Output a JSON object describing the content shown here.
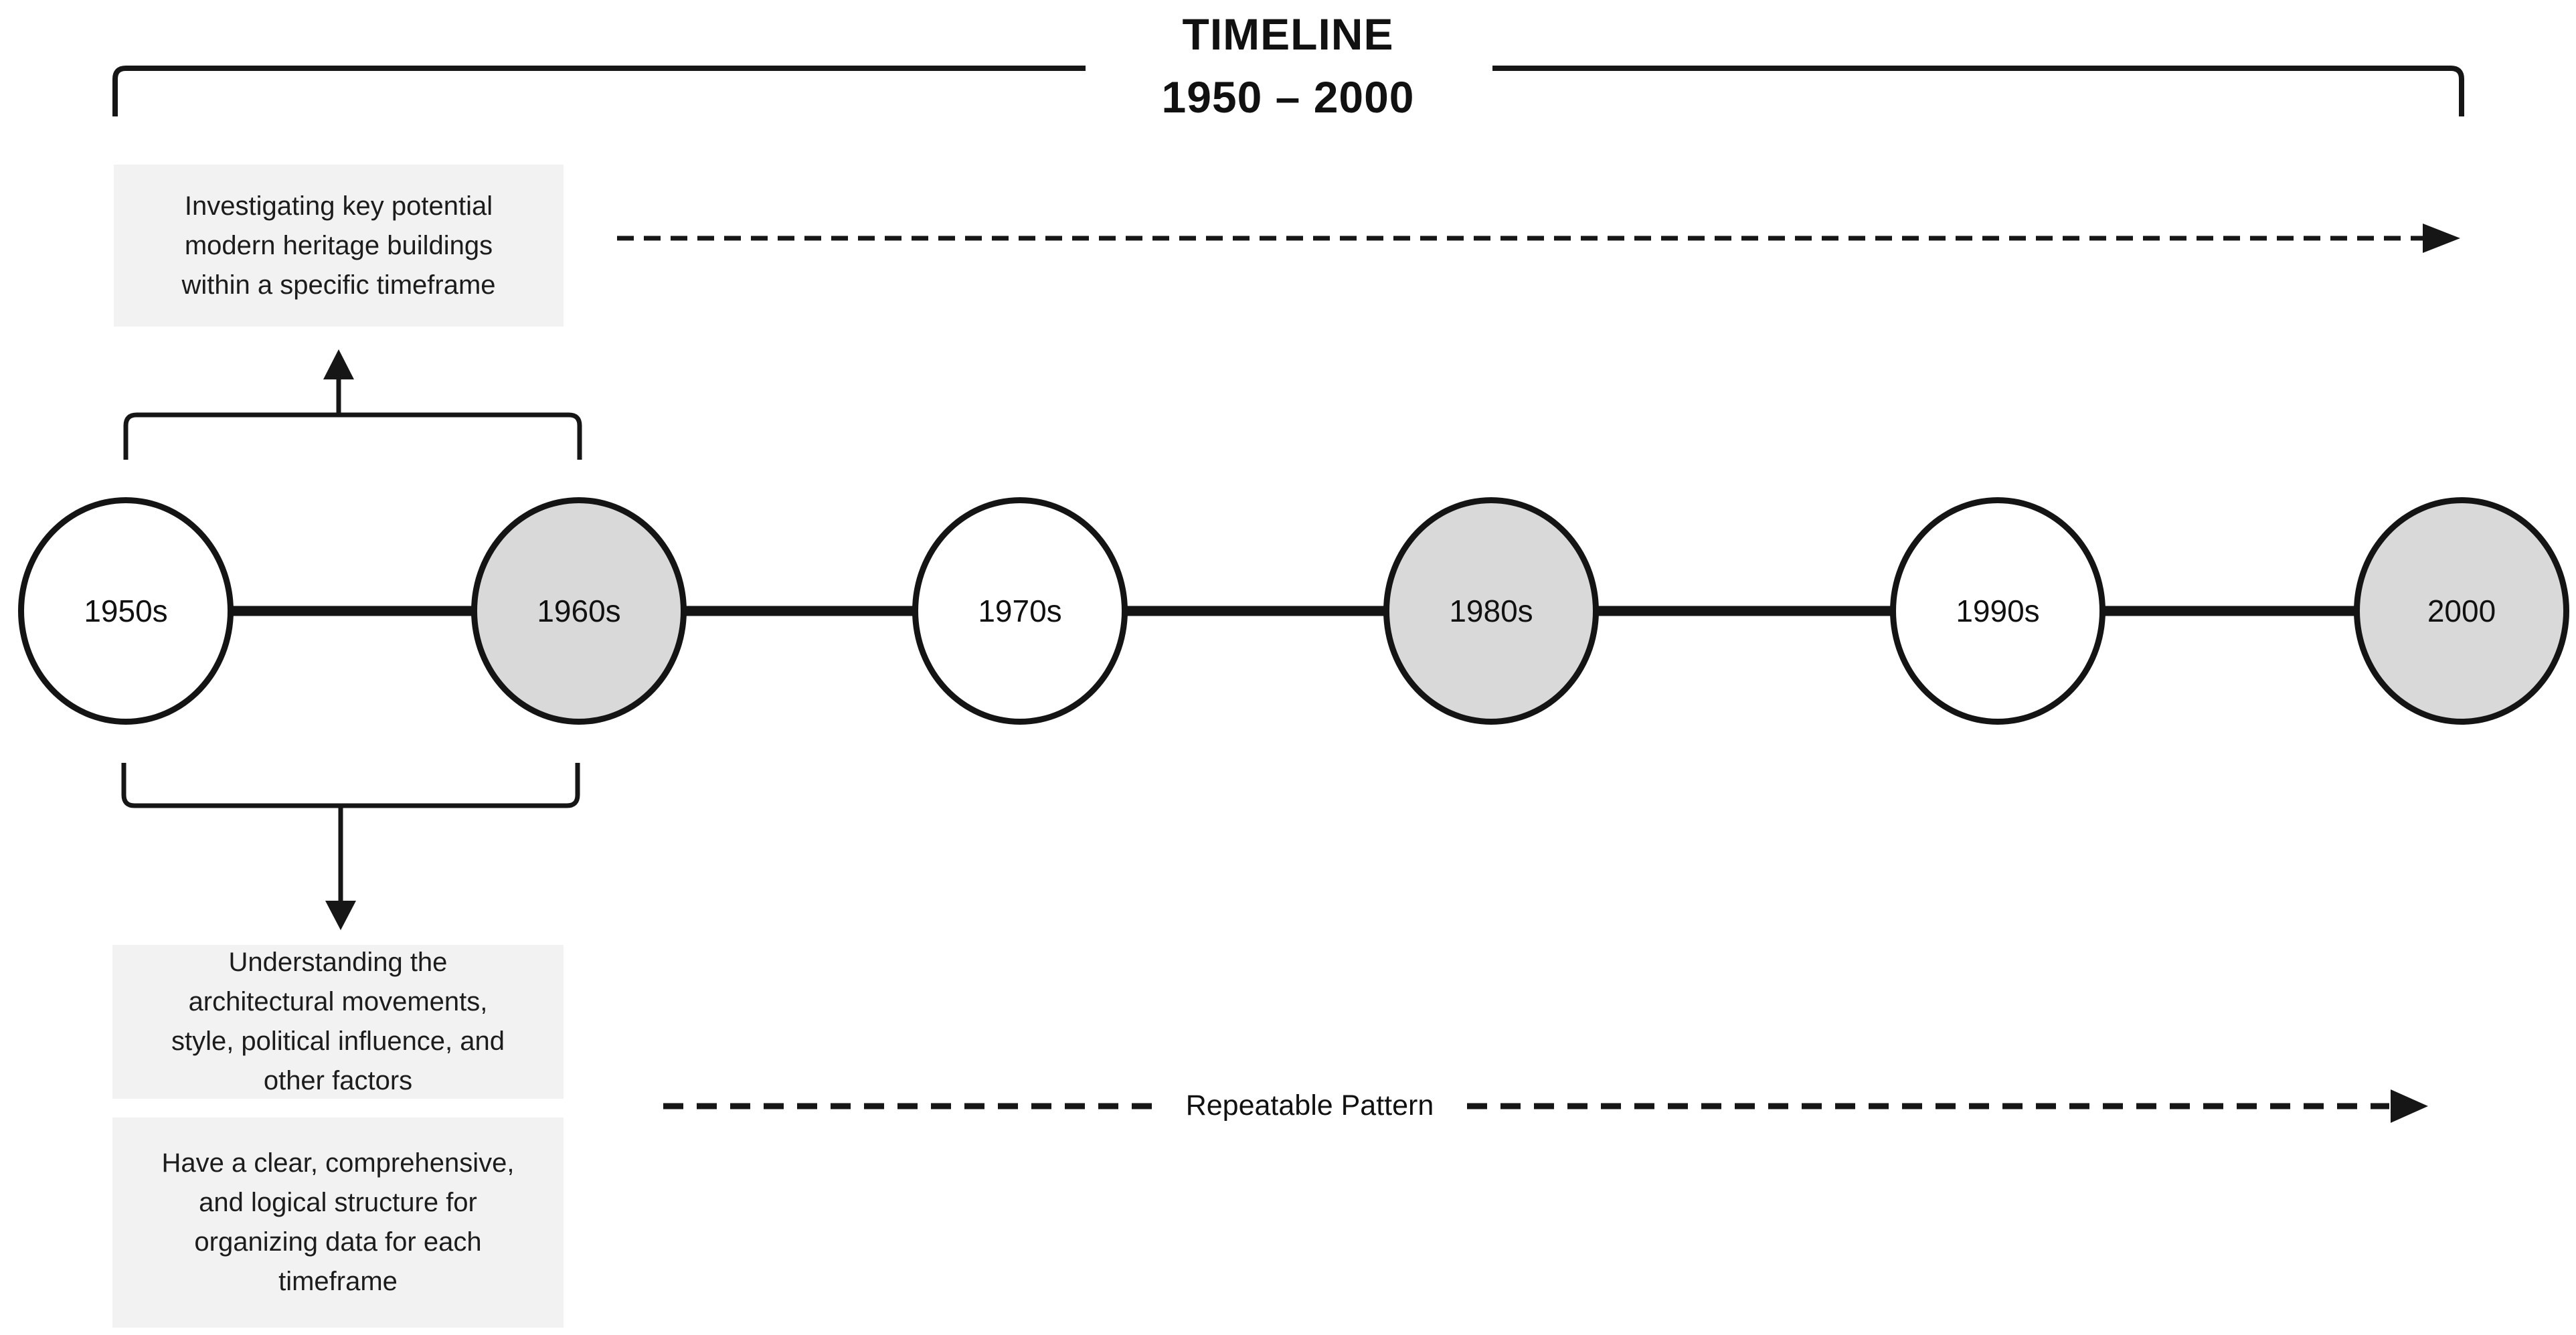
{
  "title": {
    "line1": "TIMELINE",
    "line2": "1950 – 2000"
  },
  "top_annotation": {
    "text": "Investigating key potential\nmodern heritage buildings\nwithin a specific timeframe"
  },
  "bottom_annotations": [
    {
      "text": "Understanding the\narchitectural movements,\nstyle, political influence, and\nother factors"
    },
    {
      "text": "Have a clear, comprehensive,\nand logical structure for\norganizing data for each\ntimeframe"
    }
  ],
  "repeatable_pattern": {
    "label": "Repeatable Pattern"
  },
  "timeline": {
    "nodes": [
      {
        "label": "1950s",
        "filled": false
      },
      {
        "label": "1960s",
        "filled": true
      },
      {
        "label": "1970s",
        "filled": false
      },
      {
        "label": "1980s",
        "filled": true
      },
      {
        "label": "1990s",
        "filled": false
      },
      {
        "label": "2000",
        "filled": true
      }
    ]
  },
  "colors": {
    "node_fill_gray": "#d9d9d9",
    "node_fill_white": "#ffffff",
    "box_bg": "#f2f2f2",
    "line": "#161616"
  }
}
